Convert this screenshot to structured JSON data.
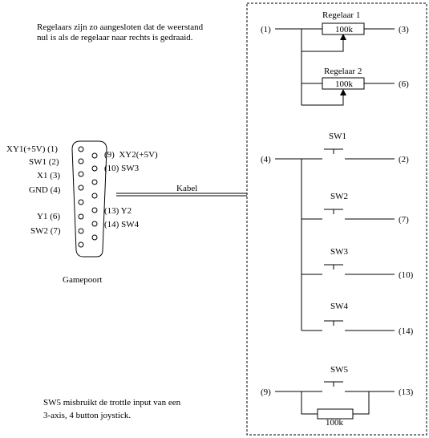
{
  "description": {
    "line1": "Regelaars zijn zo aangesloten dat de weerstand",
    "line2": "nul is als de regelaar naar rechts is gedraaid."
  },
  "connector": {
    "caption": "Gamepoort",
    "left_labels": [
      "XY1(+5V) (1)",
      "SW1 (2)",
      "X1 (3)",
      "GND (4)",
      "Y1 (6)",
      "SW2 (7)"
    ],
    "right_labels": [
      "(9)  XY2(+5V)",
      "(10) SW3",
      "(13) Y2",
      "(14) SW4"
    ]
  },
  "cable": {
    "label": "Kabel"
  },
  "regulators": [
    {
      "title": "Regelaar 1",
      "value": "100k",
      "pin_in": "(1)",
      "pin_out": "(3)"
    },
    {
      "title": "Regelaar 2",
      "value": "100k",
      "pin_out": "(6)"
    }
  ],
  "switch_group": {
    "pin_in": "(4)",
    "switches": [
      {
        "label": "SW1",
        "pin": "(2)"
      },
      {
        "label": "SW2",
        "pin": "(7)"
      },
      {
        "label": "SW3",
        "pin": "(10)"
      },
      {
        "label": "SW4",
        "pin": "(14)"
      }
    ]
  },
  "sw5": {
    "label": "SW5",
    "pin_in": "(9)",
    "pin_out": "(13)",
    "resistor": "100k"
  },
  "note": {
    "line1": "SW5 misbruikt de trottle input van een",
    "line2": "3-axis, 4 button joystick."
  }
}
